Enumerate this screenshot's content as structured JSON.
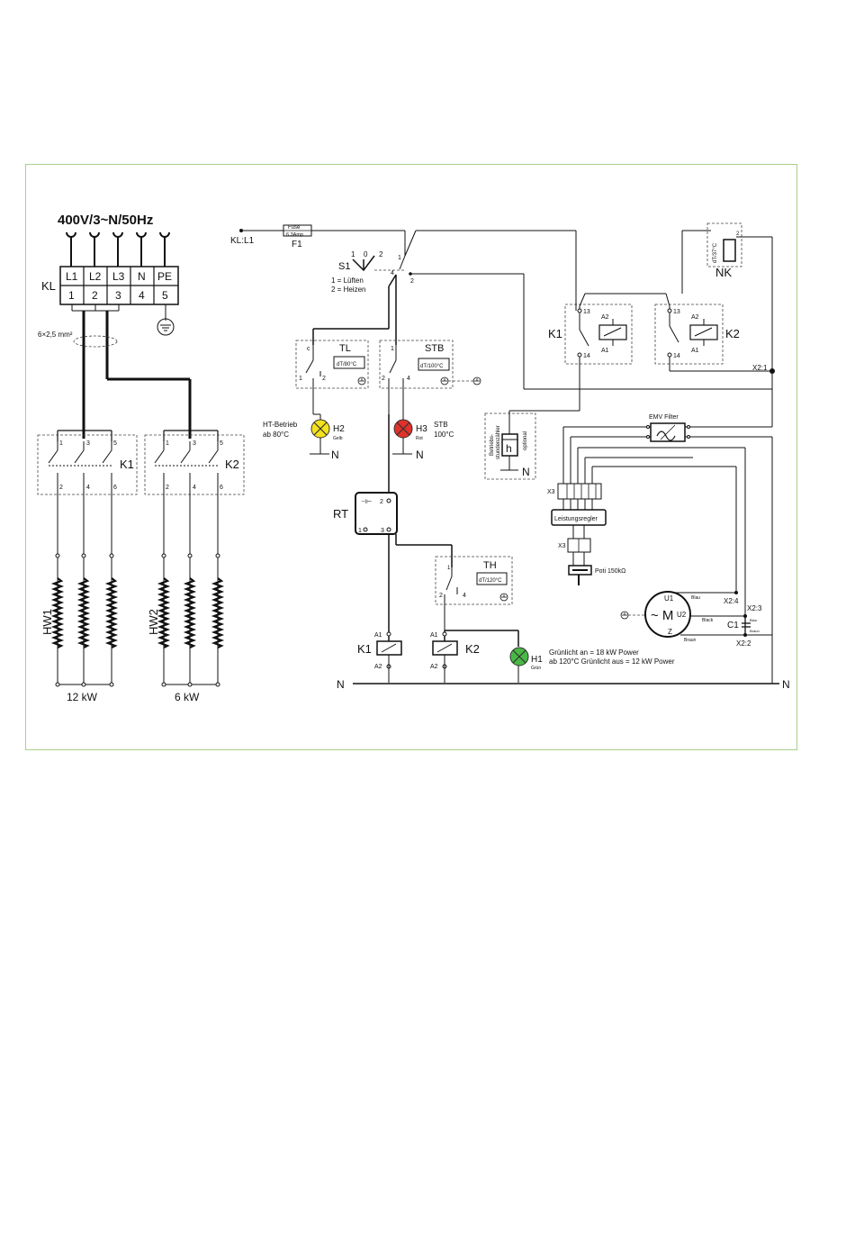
{
  "supply": {
    "title": "400V/3~N/50Hz",
    "block": "KL",
    "phases": [
      "L1",
      "L2",
      "L3",
      "N",
      "PE"
    ],
    "numbers": [
      "1",
      "2",
      "3",
      "4",
      "5"
    ],
    "cable": "6×2,5 mm²"
  },
  "heaters": {
    "hw1": "HW1",
    "hw2": "HW2",
    "p1": "12 kW",
    "p2": "6 kW"
  },
  "contactors": {
    "k1": "K1",
    "k2": "K2",
    "terms_top": [
      "1",
      "3",
      "5"
    ],
    "terms_bot": [
      "2",
      "4",
      "6"
    ]
  },
  "control": {
    "kl_l1": "KL:L1",
    "fuse": "Fuse",
    "fuse_rating": "6.3Amp",
    "f1": "F1",
    "s1": "S1",
    "s1_pos": [
      "1",
      "0",
      "2"
    ],
    "s1_note1": "1 = Lüften",
    "s1_note2": "2 = Heizen",
    "s1_t1": "1",
    "s1_t2": "2",
    "s1_t4": "4",
    "tl": "TL",
    "tl_set": "dT/80°C",
    "stb": "STB",
    "stb_set": "dT/100°C",
    "h2": "H2",
    "h2_color": "Gelb",
    "h2_note1": "HT-Betrieb",
    "h2_note2": "ab 80°C",
    "h3": "H3",
    "h3_color": "Rot",
    "h3_note1": "STB",
    "h3_note2": "100°C",
    "n": "N",
    "rt": "RT",
    "rt_t2": "2",
    "rt_t1": "1",
    "rt_t3": "3",
    "th": "TH",
    "th_set": "dT/120°C",
    "h1": "H1",
    "h1_color": "Grün",
    "h1_note1": "Grünlicht an = 18 kW Power",
    "h1_note2": "ab 120°C Grünlicht aus = 12 kW Power",
    "a1": "A1",
    "a2": "A2",
    "t13": "13",
    "t14": "14",
    "nk": "NK",
    "nk_set": "dT/37°C",
    "x2_1": "X2:1",
    "x2_2": "X2:2",
    "x2_3": "X2:3",
    "x2_4": "X2:4",
    "x3": "X3",
    "emv": "EMV Filter",
    "hours": "Betriebs-",
    "hours2": "stundenzähler",
    "optional": "optional",
    "h": "h",
    "regler": "Leistungsregler",
    "poti": "Poti 150kΩ",
    "motor": "~ M",
    "u1": "U1",
    "u2": "U2",
    "z": "Z",
    "c1": "C1",
    "blau": "Blau",
    "black": "Black",
    "braun": "Braun"
  },
  "colors": {
    "frame": "#a9cf8a",
    "lamp_yellow": "#f3e21d",
    "lamp_red": "#e0312b",
    "lamp_green": "#49b845",
    "lamp_outline": "#333333",
    "red_text": "#d01010"
  }
}
